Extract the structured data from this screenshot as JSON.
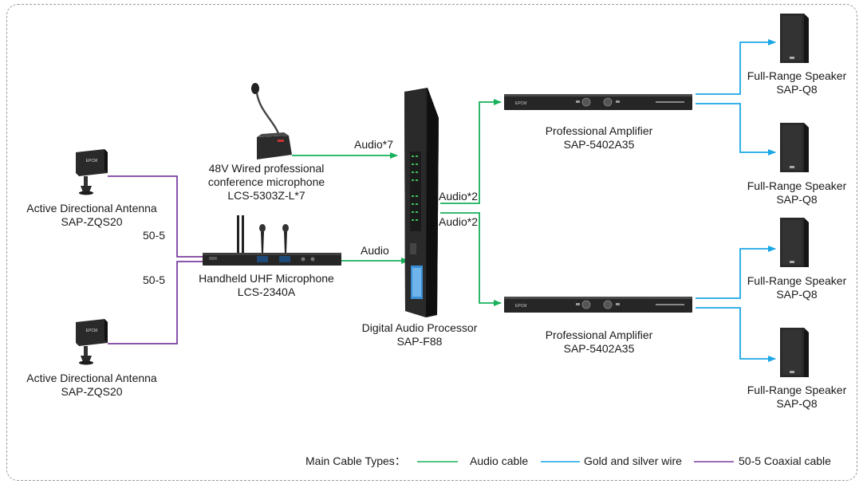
{
  "colors": {
    "audio_cable": "#18b05a",
    "gold_silver_wire": "#1aa6e6",
    "coaxial_cable": "#7b3fa0",
    "device_dark": "#222222",
    "frame": "#9a9a9a"
  },
  "nodes": {
    "antenna_top": {
      "name": "Active Directional Antenna",
      "model": "SAP-ZQS20",
      "icon": "antenna-icon"
    },
    "antenna_bottom": {
      "name": "Active Directional Antenna",
      "model": "SAP-ZQS20",
      "icon": "antenna-icon"
    },
    "conference_mic": {
      "name": "48V Wired professional",
      "name2": "conference microphone",
      "model": "LCS-5303Z-L*7",
      "icon": "gooseneck-microphone-icon"
    },
    "uhf_mic": {
      "name": "Handheld UHF Microphone",
      "model": "LCS-2340A",
      "icon": "wireless-receiver-icon"
    },
    "processor": {
      "name": "Digital Audio Processor",
      "model": "SAP-F88",
      "icon": "audio-processor-icon"
    },
    "amp_top": {
      "name": "Professional Amplifier",
      "model": "SAP-5402A35",
      "icon": "amplifier-icon"
    },
    "amp_bottom": {
      "name": "Professional Amplifier",
      "model": "SAP-5402A35",
      "icon": "amplifier-icon"
    },
    "speaker_1": {
      "name": "Full-Range Speaker",
      "model": "SAP-Q8",
      "icon": "speaker-icon"
    },
    "speaker_2": {
      "name": "Full-Range Speaker",
      "model": "SAP-Q8",
      "icon": "speaker-icon"
    },
    "speaker_3": {
      "name": "Full-Range Speaker",
      "model": "SAP-Q8",
      "icon": "speaker-icon"
    },
    "speaker_4": {
      "name": "Full-Range Speaker",
      "model": "SAP-Q8",
      "icon": "speaker-icon"
    }
  },
  "edges": {
    "coax_top": "50-5",
    "coax_bottom": "50-5",
    "conf_to_proc": "Audio*7",
    "uhf_to_proc": "Audio",
    "proc_to_amp_top": "Audio*2",
    "proc_to_amp_bottom": "Audio*2"
  },
  "legend": {
    "title": "Main Cable Types：",
    "audio": "Audio cable",
    "gold_silver": "Gold and silver wire",
    "coax": "50-5 Coaxial cable"
  },
  "brand_mark": "EPCM"
}
